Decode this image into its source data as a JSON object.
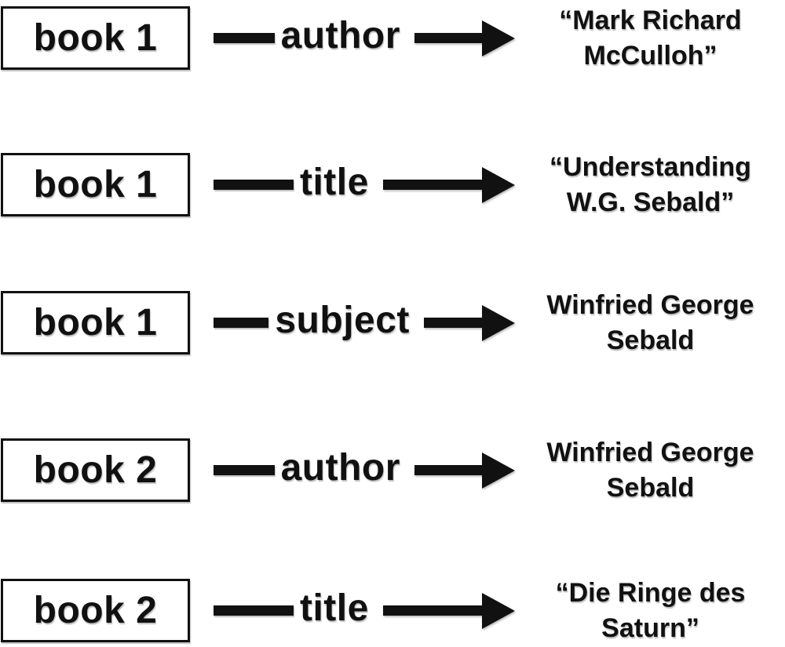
{
  "diagram": {
    "background_color": "#ffffff",
    "foreground_color": "#111111",
    "rows": [
      {
        "subject": "book 1",
        "predicate": "author",
        "object": "“Mark Richard\nMcCulloh”"
      },
      {
        "subject": "book 1",
        "predicate": "title",
        "object": "“Understanding\nW.G. Sebald”"
      },
      {
        "subject": "book 1",
        "predicate": "subject",
        "object": "Winfried George\nSebald"
      },
      {
        "subject": "book 2",
        "predicate": "author",
        "object": "Winfried George\nSebald"
      },
      {
        "subject": "book 2",
        "predicate": "title",
        "object": "“Die Ringe des\nSaturn”"
      }
    ]
  }
}
